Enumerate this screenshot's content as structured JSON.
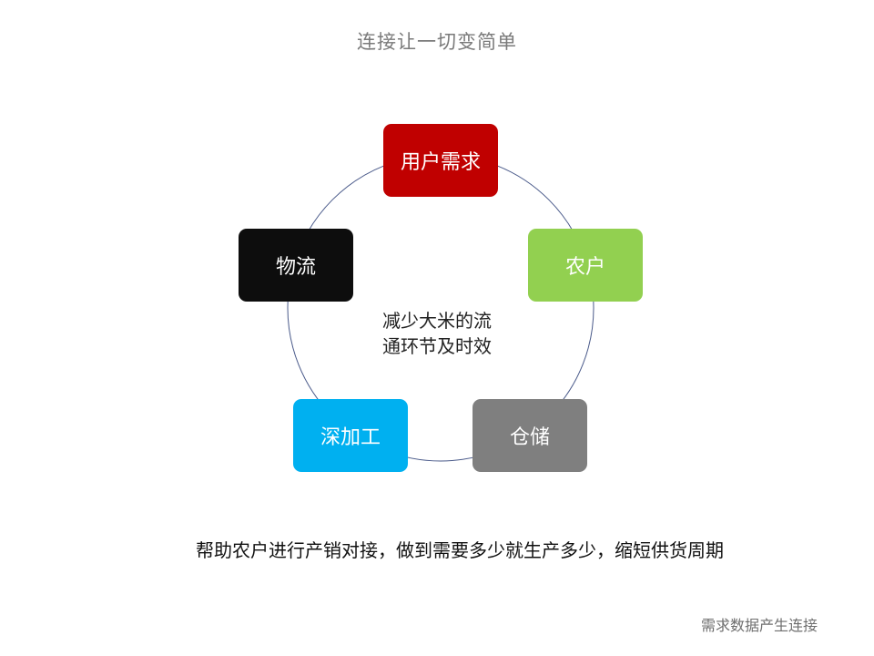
{
  "slide": {
    "title": "连接让一切变简单",
    "center_text_line1": "减少大米的流",
    "center_text_line2": "通环节及时效",
    "caption": "帮助农户进行产销对接，做到需要多少就生产多少，缩短供货周期",
    "footer": "需求数据产生连接"
  },
  "cycle": {
    "nodes": [
      {
        "label": "用户需求",
        "color": "#c00000"
      },
      {
        "label": "农户",
        "color": "#92d050"
      },
      {
        "label": "仓储",
        "color": "#7f7f7f"
      },
      {
        "label": "深加工",
        "color": "#00b0f0"
      },
      {
        "label": "物流",
        "color": "#0d0d0d"
      }
    ],
    "connector_color": "#4a5a8a"
  }
}
